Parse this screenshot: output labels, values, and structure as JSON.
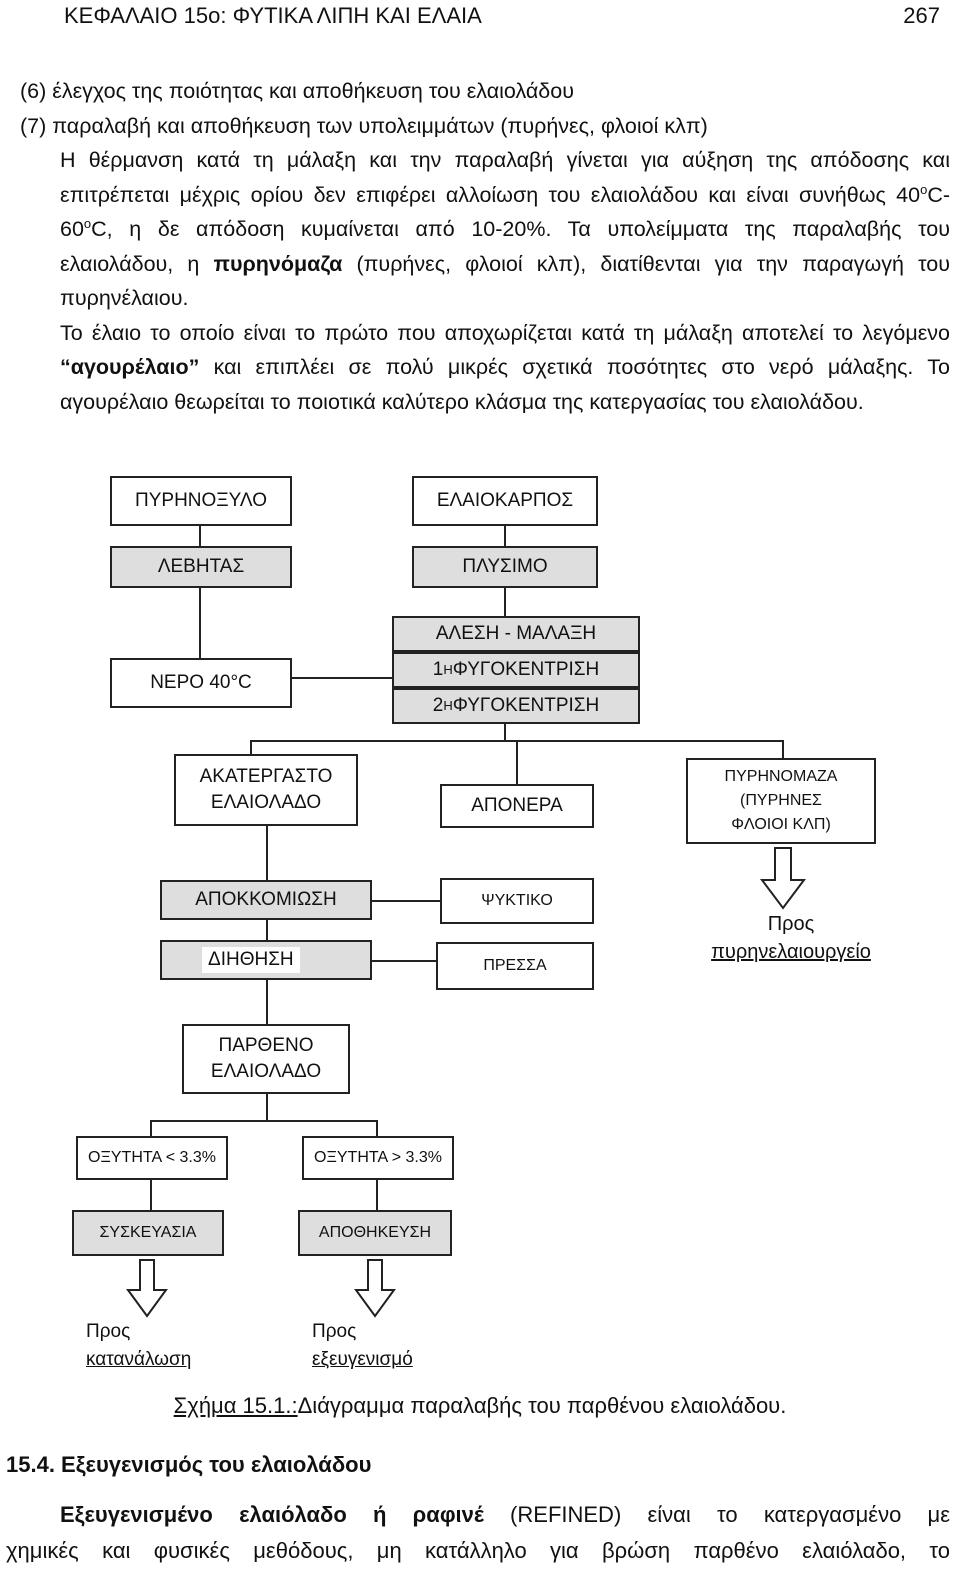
{
  "header": {
    "chapter": "ΚΕΦΑΛΑΙΟ 15ο: ΦΥΤΙΚΑ ΛΙΠΗ ΚΑΙ ΕΛΑΙΑ",
    "page": "267"
  },
  "body": {
    "item6": "(6) έλεγχος της ποιότητας και αποθήκευση του ελαιολάδου",
    "item7": "(7) παραλαβή και αποθήκευση των υπολειμμάτων (πυρήνες, φλοιοί κλπ)",
    "p1_a": "Η θέρμανση κατά τη μάλαξη και την παραλαβή γίνεται για αύξηση της απόδοσης και επιτρέπεται μέχρις ορίου δεν επιφέρει αλλοίωση του ελαιολάδου και είναι συνήθως 40",
    "sup_o": "ο",
    "p1_b": "C-60",
    "p1_c": "C, η δε απόδοση κυμαίνεται από 10-20%. Τα υπολείμματα της παραλαβής του ελαιολάδου, η ",
    "p1_bold": "πυρηνόμαζα",
    "p1_d": " (πυρήνες, φλοιοί κλπ), διατίθενται για την παραγωγή του πυρηνέλαιου.",
    "p2_a": "Το έλαιο το οποίο είναι το πρώτο που αποχωρίζεται κατά τη μάλαξη αποτελεί το λεγόμενο ",
    "p2_bold": "“αγουρέλαιο”",
    "p2_b": " και επιπλέει σε πολύ μικρές σχετικά ποσότητες στο νερό μάλαξης. Το αγουρέλαιο θεωρείται το ποιοτικά καλύτερο κλάσμα της κατεργασίας του ελαιολάδου."
  },
  "diagram": {
    "pyrinoxylo": "ΠΥΡΗΝΟΞΥΛΟ",
    "levitas": "ΛΕΒΗΤΑΣ",
    "nero": "ΝΕΡΟ 40°C",
    "elaiokarpos": "ΕΛΑΙΟΚΑΡΠΟΣ",
    "plysimo": "ΠΛΥΣΙΜΟ",
    "alesi": "ΑΛΕΣΗ - ΜΑΛΑΞΗ",
    "fygo1_num": "1",
    "fygo1_sup": "Η",
    "fygo1_text": " ΦΥΓΟΚΕΝΤΡΙΣΗ",
    "fygo2_num": "2",
    "fygo2_sup": "Η",
    "fygo2_text": " ΦΥΓΟΚΕΝΤΡΙΣΗ",
    "akatergasto1": "ΑΚΑΤΕΡΓΑΣΤΟ",
    "akatergasto2": "ΕΛΑΙΟΛΑΔΟ",
    "aponera": "ΑΠΟΝΕΡΑ",
    "pyrinomaza1": "ΠΥΡΗΝΟΜΑΖΑ",
    "pyrinomaza2": "(ΠΥΡΗΝΕΣ",
    "pyrinomaza3": "ΦΛΟΙΟΙ ΚΛΠ)",
    "apokkomisi": "ΑΠΟΚΚΟΜΙΩΣΗ",
    "psyktiko": "ΨΥΚΤΙΚΟ",
    "diithisi": "ΔΙΗΘΗΣΗ",
    "pressa": "ΠΡΕΣΣΑ",
    "pros_pyr1": "Προς",
    "pros_pyr2": "πυρηνελαιουργείο",
    "partheno1": "ΠΑΡΘΕΝΟ",
    "partheno2": "ΕΛΑΙΟΛΑΔΟ",
    "oxytita_low": "ΟΞΥΤΗΤΑ < 3.3%",
    "oxytita_high": "ΟΞΥΤΗΤΑ > 3.3%",
    "syskeyasia": "ΣΥΣΚΕΥΑΣΙΑ",
    "apothikeysi": "ΑΠΟΘΗΚΕΥΣΗ",
    "pros_kat1": "Προς",
    "pros_kat2": "κατανάλωση",
    "pros_exey1": "Προς",
    "pros_exey2": "εξευγενισμό"
  },
  "caption": {
    "label": "Σχήμα 15.1.:",
    "text": "Διάγραμμα παραλαβής του παρθένου ελαιολάδου."
  },
  "section": {
    "title": "15.4. Εξευγενισμός του ελαιολάδου"
  },
  "bottom": {
    "bold": "Εξευγενισμένο ελαιόλαδο ή ραφινέ",
    "line1": " (REFINED) είναι το κατεργασμένο με",
    "line2": "χημικές και φυσικές μεθόδους, μη κατάλληλο για βρώση παρθένο ελαιόλαδο, το"
  }
}
